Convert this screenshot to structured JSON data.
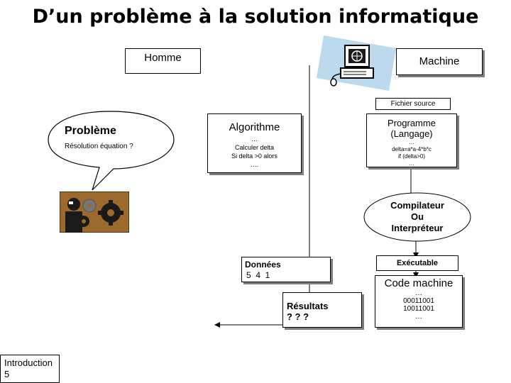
{
  "title": "D’un problème à la solution informatique",
  "labels": {
    "homme": "Homme",
    "machine": "Machine",
    "fichier_source": "Fichier source"
  },
  "probleme": {
    "heading": "Problème",
    "text": "Résolution équation ?"
  },
  "algorithme": {
    "heading": "Algorithme",
    "lines": [
      "…",
      "Calculer delta",
      "Si delta >0 alors",
      "…."
    ]
  },
  "programme": {
    "heading1": "Programme",
    "heading2": "(Langage)",
    "lines": [
      "…",
      "delta=a*a-4*b*c",
      "if (delta>0)",
      "…"
    ]
  },
  "compilateur": {
    "lines": [
      "Compilateur",
      "Ou",
      "Interpréteur"
    ]
  },
  "donnees": {
    "heading": "Données",
    "values": "5  4  1"
  },
  "executable": {
    "label": "Exécutable"
  },
  "code_machine": {
    "heading": "Code machine",
    "lines": [
      "…",
      "00011001",
      "10011001",
      "…"
    ]
  },
  "resultats": {
    "heading": "Résultats",
    "values": "? ? ?"
  },
  "footer": {
    "line1": "Introduction",
    "line2": "5"
  },
  "colors": {
    "shadow": "#7f7f7f",
    "clipart_bg": "#9c6a2c",
    "clipart_dark": "#1a1a1a"
  },
  "icons": [
    "computer-icon",
    "person-gears-icon"
  ]
}
